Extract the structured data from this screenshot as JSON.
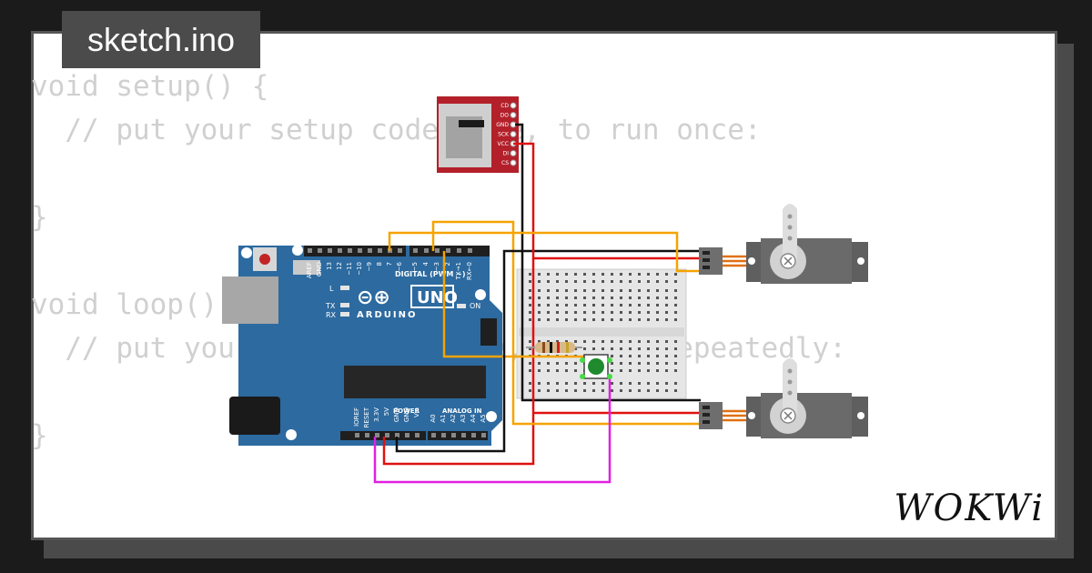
{
  "header": {
    "file_name": "sketch.ino"
  },
  "code": {
    "lines": [
      "void setup() {",
      "  // put your setup code here, to run once:",
      "",
      "}",
      "",
      "void loop() {",
      "  // put your main code here, to run repeatedly:",
      "",
      "}"
    ]
  },
  "arduino": {
    "logo_text": "ARDUINO",
    "model": "UNO",
    "digital_label": "DIGITAL (PWM ~)",
    "digital_pins": [
      "AREF",
      "GND",
      "13",
      "12",
      "~11",
      "~10",
      "~9",
      "8",
      "7",
      "~6",
      "~5",
      "4",
      "~3",
      "2",
      "TX→1",
      "RX←0"
    ],
    "led_labels": [
      "L",
      "TX",
      "RX"
    ],
    "on_label": "ON",
    "power_label": "POWER",
    "analog_label": "ANALOG IN",
    "power_pins": [
      "IOREF",
      "RESET",
      "3.3V",
      "5V",
      "GND",
      "GND",
      "Vin"
    ],
    "analog_pins": [
      "A0",
      "A1",
      "A2",
      "A3",
      "A4",
      "A5"
    ]
  },
  "sd_module": {
    "pins": [
      "CD",
      "DO",
      "GND",
      "SCK",
      "VCC",
      "DI",
      "CS"
    ]
  },
  "branding": {
    "logo": "WOKWi"
  },
  "colors": {
    "board": "#2c6aa0",
    "sd_board": "#b3202a",
    "wire_black": "#111111",
    "wire_red": "#e01010",
    "wire_orange": "#f5a300",
    "wire_magenta": "#e020e0",
    "button_cap": "#1f8a2e",
    "servo_body": "#5f5f5f"
  }
}
